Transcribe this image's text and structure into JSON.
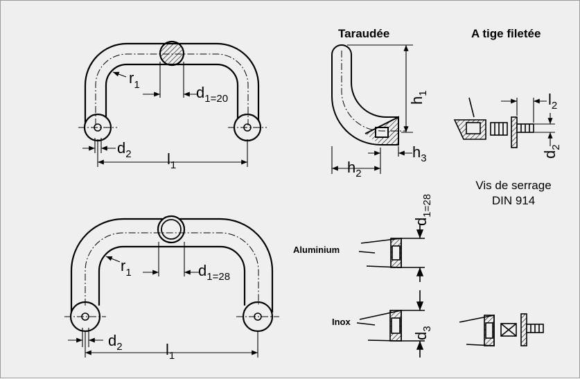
{
  "headings": {
    "tapped": "Taraudée",
    "threaded": "A tige filetée"
  },
  "labels": {
    "r": "r",
    "r_sub": "1",
    "d": "d",
    "d1_sub_20": "1=20",
    "d1_sub_28": "1=28",
    "d2_sub": "2",
    "d3_sub": "3",
    "l": "l",
    "l1_sub": "1",
    "l2_sub": "2",
    "h": "h",
    "h1_sub": "1",
    "h2_sub": "2",
    "h3_sub": "3"
  },
  "materials": {
    "aluminium": "Aluminium",
    "inox": "Inox"
  },
  "screw_caption": {
    "line1": "Vis de serrage",
    "line2": "DIN 914"
  },
  "colors": {
    "background": "#efeff0",
    "border": "#9a9a9a",
    "ink": "#000000"
  }
}
